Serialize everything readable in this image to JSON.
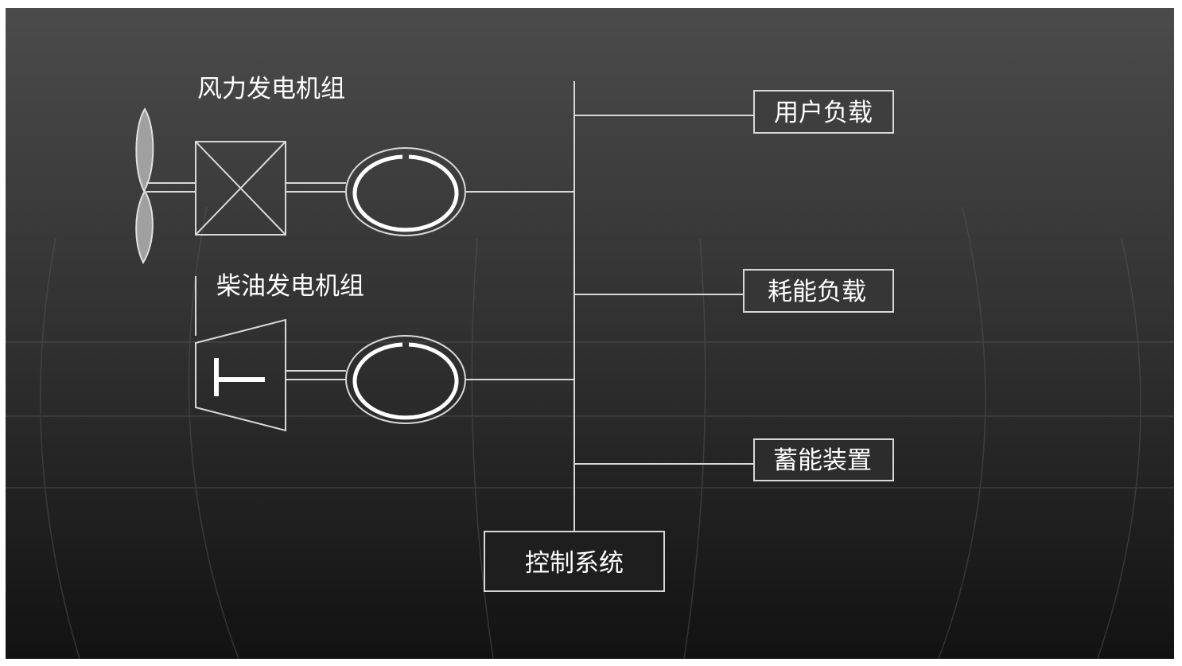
{
  "colors": {
    "background_top": "#4a4a4a",
    "background_bottom": "#141414",
    "line": "#d8d8d8",
    "text": "#ffffff",
    "blade_fill": "#a0a0a0"
  },
  "generators": {
    "wind": {
      "label": "风力发电机组",
      "icon": "wind-turbine-icon"
    },
    "diesel": {
      "label": "柴油发电机组",
      "icon": "diesel-engine-icon"
    }
  },
  "loads": {
    "user": "用户负载",
    "dissipation": "耗能负载",
    "storage": "蓄能装置"
  },
  "control": {
    "label": "控制系统"
  }
}
